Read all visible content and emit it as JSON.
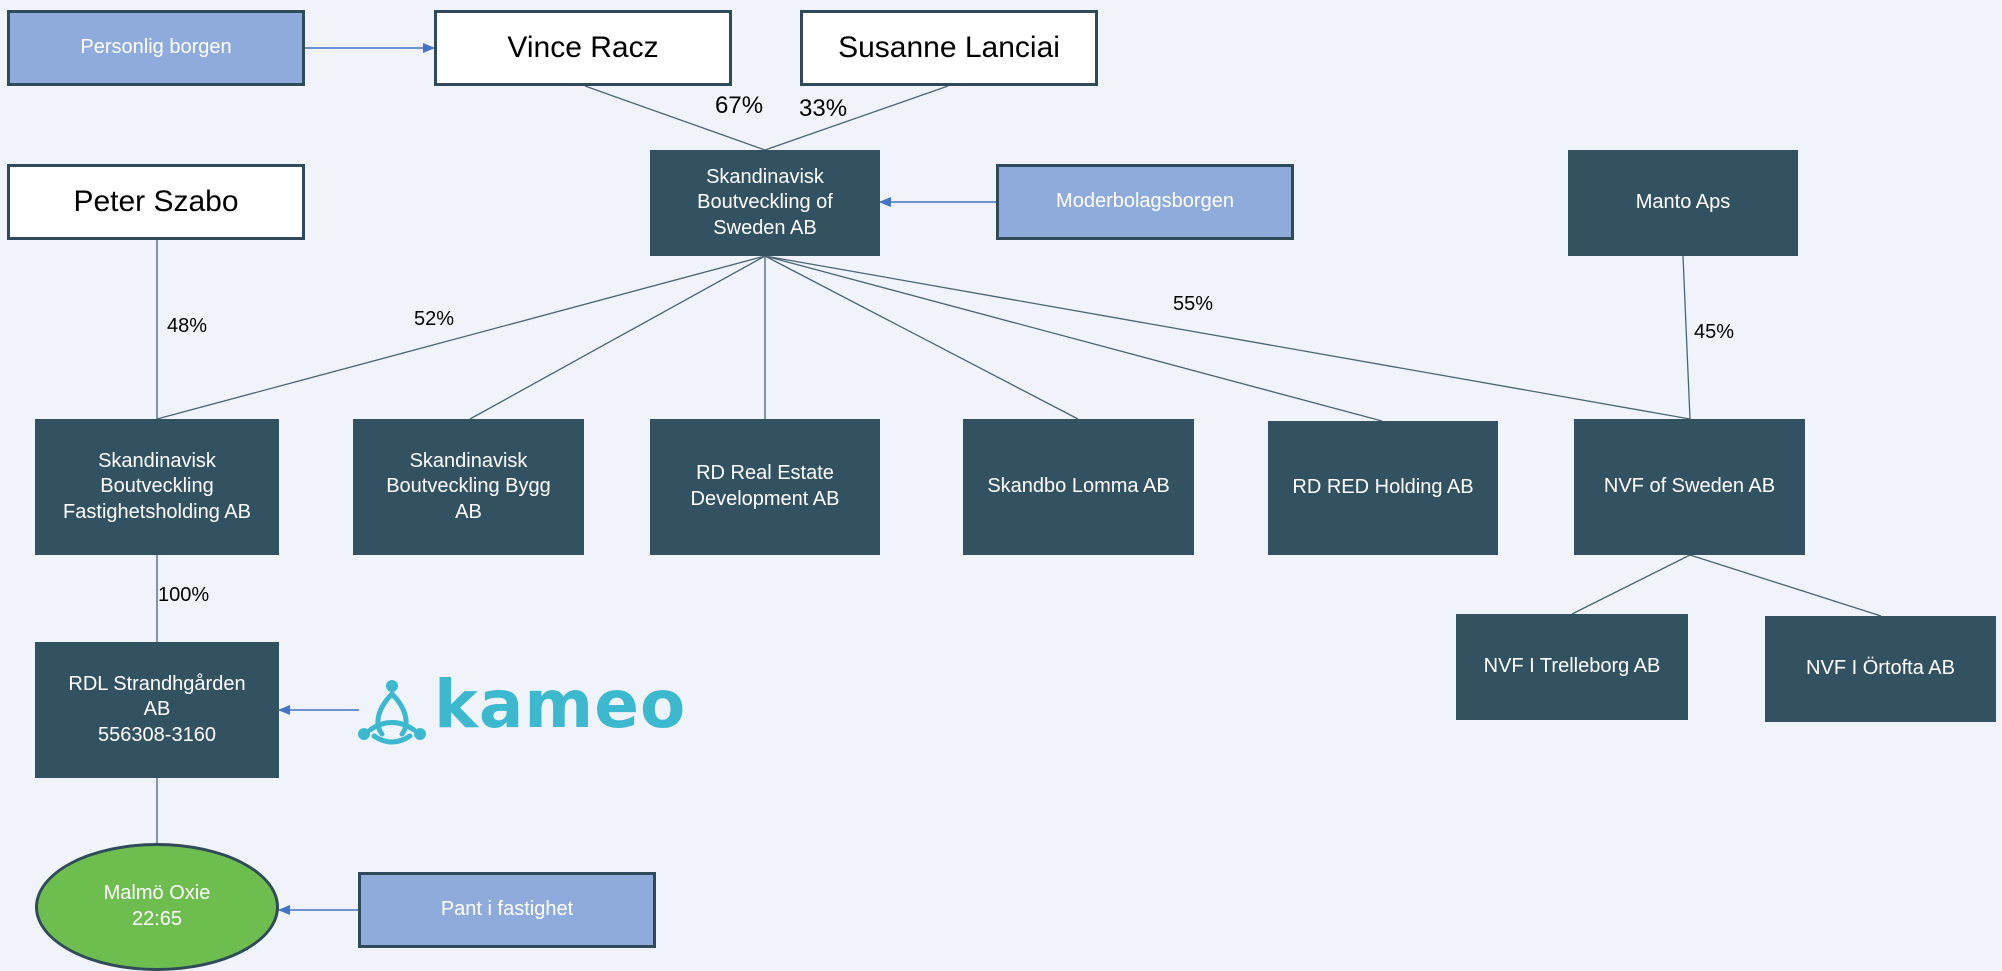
{
  "nodes": {
    "personlig_borgen": "Personlig borgen",
    "vince_racz": "Vince Racz",
    "susanne_lanciai": "Susanne Lanciai",
    "peter_szabo": "Peter Szabo",
    "sbs": "Skandinavisk\nBoutveckling of\nSweden AB",
    "moderbolagsborgen": "Moderbolagsborgen",
    "manto_aps": "Manto Aps",
    "sb_fastighetsholding": "Skandinavisk\nBoutveckling\nFastighetsholding AB",
    "sb_bygg": "Skandinavisk\nBoutveckling Bygg\nAB",
    "rd_real_estate": "RD Real Estate\nDevelopment AB",
    "skandbo_lomma": "Skandbo Lomma AB",
    "rd_red_holding": "RD RED Holding  AB",
    "nvf_sweden": "NVF of Sweden AB",
    "nvf_trelleborg": "NVF I Trelleborg AB",
    "nvf_ortofta": "NVF I Örtofta AB",
    "rdl_strandhgarden": "RDL Strandhgården\nAB\n556308-3160",
    "malmo_oxie": "Malmö Oxie\n22:65",
    "pant_i_fastighet": "Pant i fastighet"
  },
  "ownership": {
    "vince_to_sbs": "67%",
    "susanne_to_sbs": "33%",
    "peter_to_fastighetsholding": "48%",
    "sbs_to_fastighetsholding": "52%",
    "sbs_to_nvf": "55%",
    "manto_to_nvf": "45%",
    "fastighetsholding_to_rdl": "100%"
  },
  "logo": {
    "text": "kameo",
    "icon": "kameo-triangle-icon",
    "color": "#3cb9cf"
  },
  "colors": {
    "background": "#f0f4fa",
    "entity_box": "#325262",
    "guarantee_box": "#8eabdc",
    "property_ellipse": "#6dbe4f",
    "border": "#2f4b5a",
    "connector": "#4a6472",
    "arrow": "#4472c4"
  }
}
